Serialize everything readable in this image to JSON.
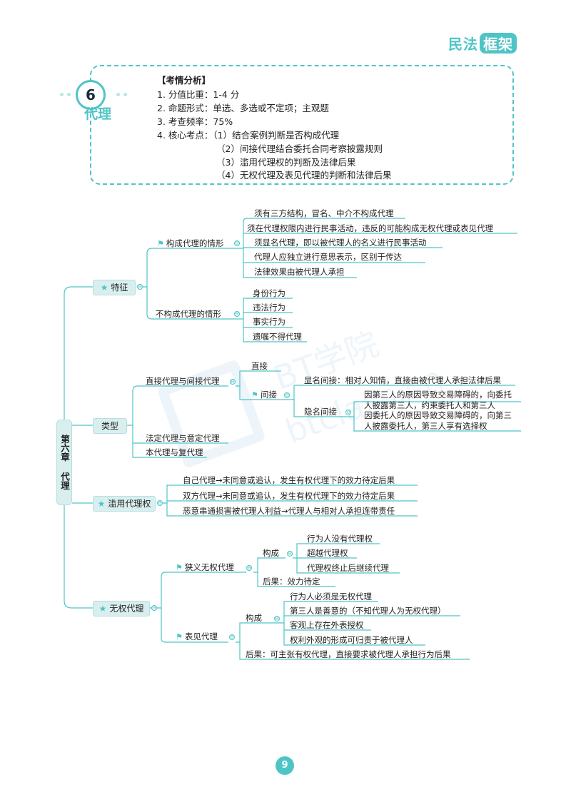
{
  "brand": {
    "left": "民法",
    "right": "框架"
  },
  "chapter_badge": {
    "number": "6",
    "title": "代理"
  },
  "analysis": {
    "heading": "【考情分析】",
    "lines": [
      "1. 分值比重：1-4 分",
      "2. 命题形式：单选、多选或不定项；主观题",
      "3. 考查频率：75%",
      "4. 核心考点：（1）结合案例判断是否构成代理"
    ],
    "sub_points": [
      "（2）间接代理结合委托合同考察披露规则",
      "（3）滥用代理权的判断及法律后果",
      "（4）无权代理及表见代理的判断和法律后果"
    ]
  },
  "watermark": {
    "line1": "BT学院",
    "line2": "btclass.cn"
  },
  "mindmap": {
    "root": "第六章 代理",
    "toggle": "⊖",
    "features": {
      "label": "特征",
      "constitutes": {
        "label": "构成代理的情形",
        "items": [
          "须有三方结构，冒名、中介不构成代理",
          "须在代理权限内进行民事活动，违反的可能构成无权代理或表见代理",
          "须显名代理，即以被代理人的名义进行民事活动",
          "代理人应独立进行意思表示，区别于传达",
          "法律效果由被代理人承担"
        ]
      },
      "not_constitutes": {
        "label": "不构成代理的情形",
        "items": [
          "身份行为",
          "违法行为",
          "事实行为",
          "遗嘱不得代理"
        ]
      }
    },
    "types": {
      "label": "类型",
      "direct_indirect": {
        "label": "直接代理与间接代理",
        "direct": "直接",
        "indirect": {
          "label": "间接",
          "named": "显名间接：相对人知情，直接由被代理人承担法律后果",
          "hidden": {
            "label": "隐名间接",
            "items": [
              "因第三人的原因导致交易障碍的，向委托人披露第三人，约束委托人和第三人",
              "因委托人的原因导致交易障碍的，向第三人披露委托人，第三人享有选择权"
            ]
          }
        }
      },
      "legal_agreed": "法定代理与意定代理",
      "sub_agency": "本代理与复代理"
    },
    "abuse": {
      "label": "滥用代理权",
      "items": [
        "自己代理→未同意或追认，发生有权代理下的效力待定后果",
        "双方代理→未同意或追认，发生有权代理下的效力待定后果",
        "恶意串通损害被代理人利益→代理人与相对人承担连带责任"
      ]
    },
    "unauthorized": {
      "label": "无权代理",
      "narrow": {
        "label": "狭义无权代理",
        "composition_label": "构成",
        "composition": [
          "行为人没有代理权",
          "超越代理权",
          "代理权终止后继续代理"
        ],
        "consequence": "后果：效力待定"
      },
      "apparent": {
        "label": "表见代理",
        "composition_label": "构成",
        "composition": [
          "行为人必须是无权代理",
          "第三人是善意的（不知代理人为无权代理）",
          "客观上存在外表授权",
          "权利外观的形成可归责于被代理人"
        ],
        "consequence": "后果：可主张有权代理，直接要求被代理人承担行为后果"
      }
    }
  },
  "page_number": "9",
  "colors": {
    "accent": "#4fc4c6",
    "node_fill": "#d9efef",
    "line": "#4fc4c6"
  }
}
